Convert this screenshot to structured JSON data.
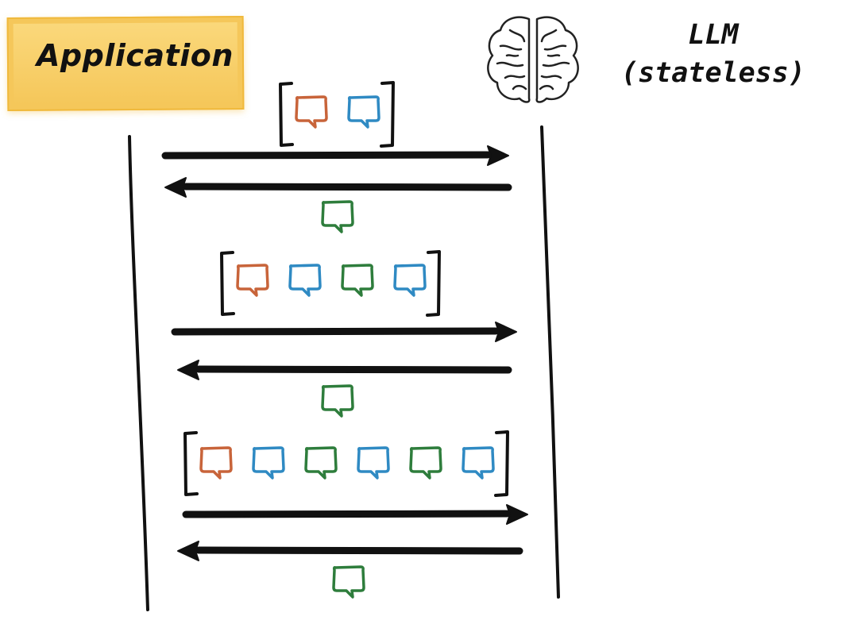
{
  "application": {
    "label": "Application"
  },
  "llm": {
    "title": "LLM",
    "subtitle": "(stateless)",
    "icon": "brain-icon"
  },
  "colors": {
    "user_message": "#c8643a",
    "model_message": "#2f8ac3",
    "response_message": "#2e7d3c",
    "arrow": "#111111",
    "app_box": "#f5c75a"
  },
  "rounds": [
    {
      "request_messages": [
        "user",
        "model"
      ],
      "response_message": "response"
    },
    {
      "request_messages": [
        "user",
        "model",
        "response",
        "model"
      ],
      "response_message": "response"
    },
    {
      "request_messages": [
        "user",
        "model",
        "response",
        "model",
        "response",
        "model"
      ],
      "response_message": "response"
    }
  ]
}
